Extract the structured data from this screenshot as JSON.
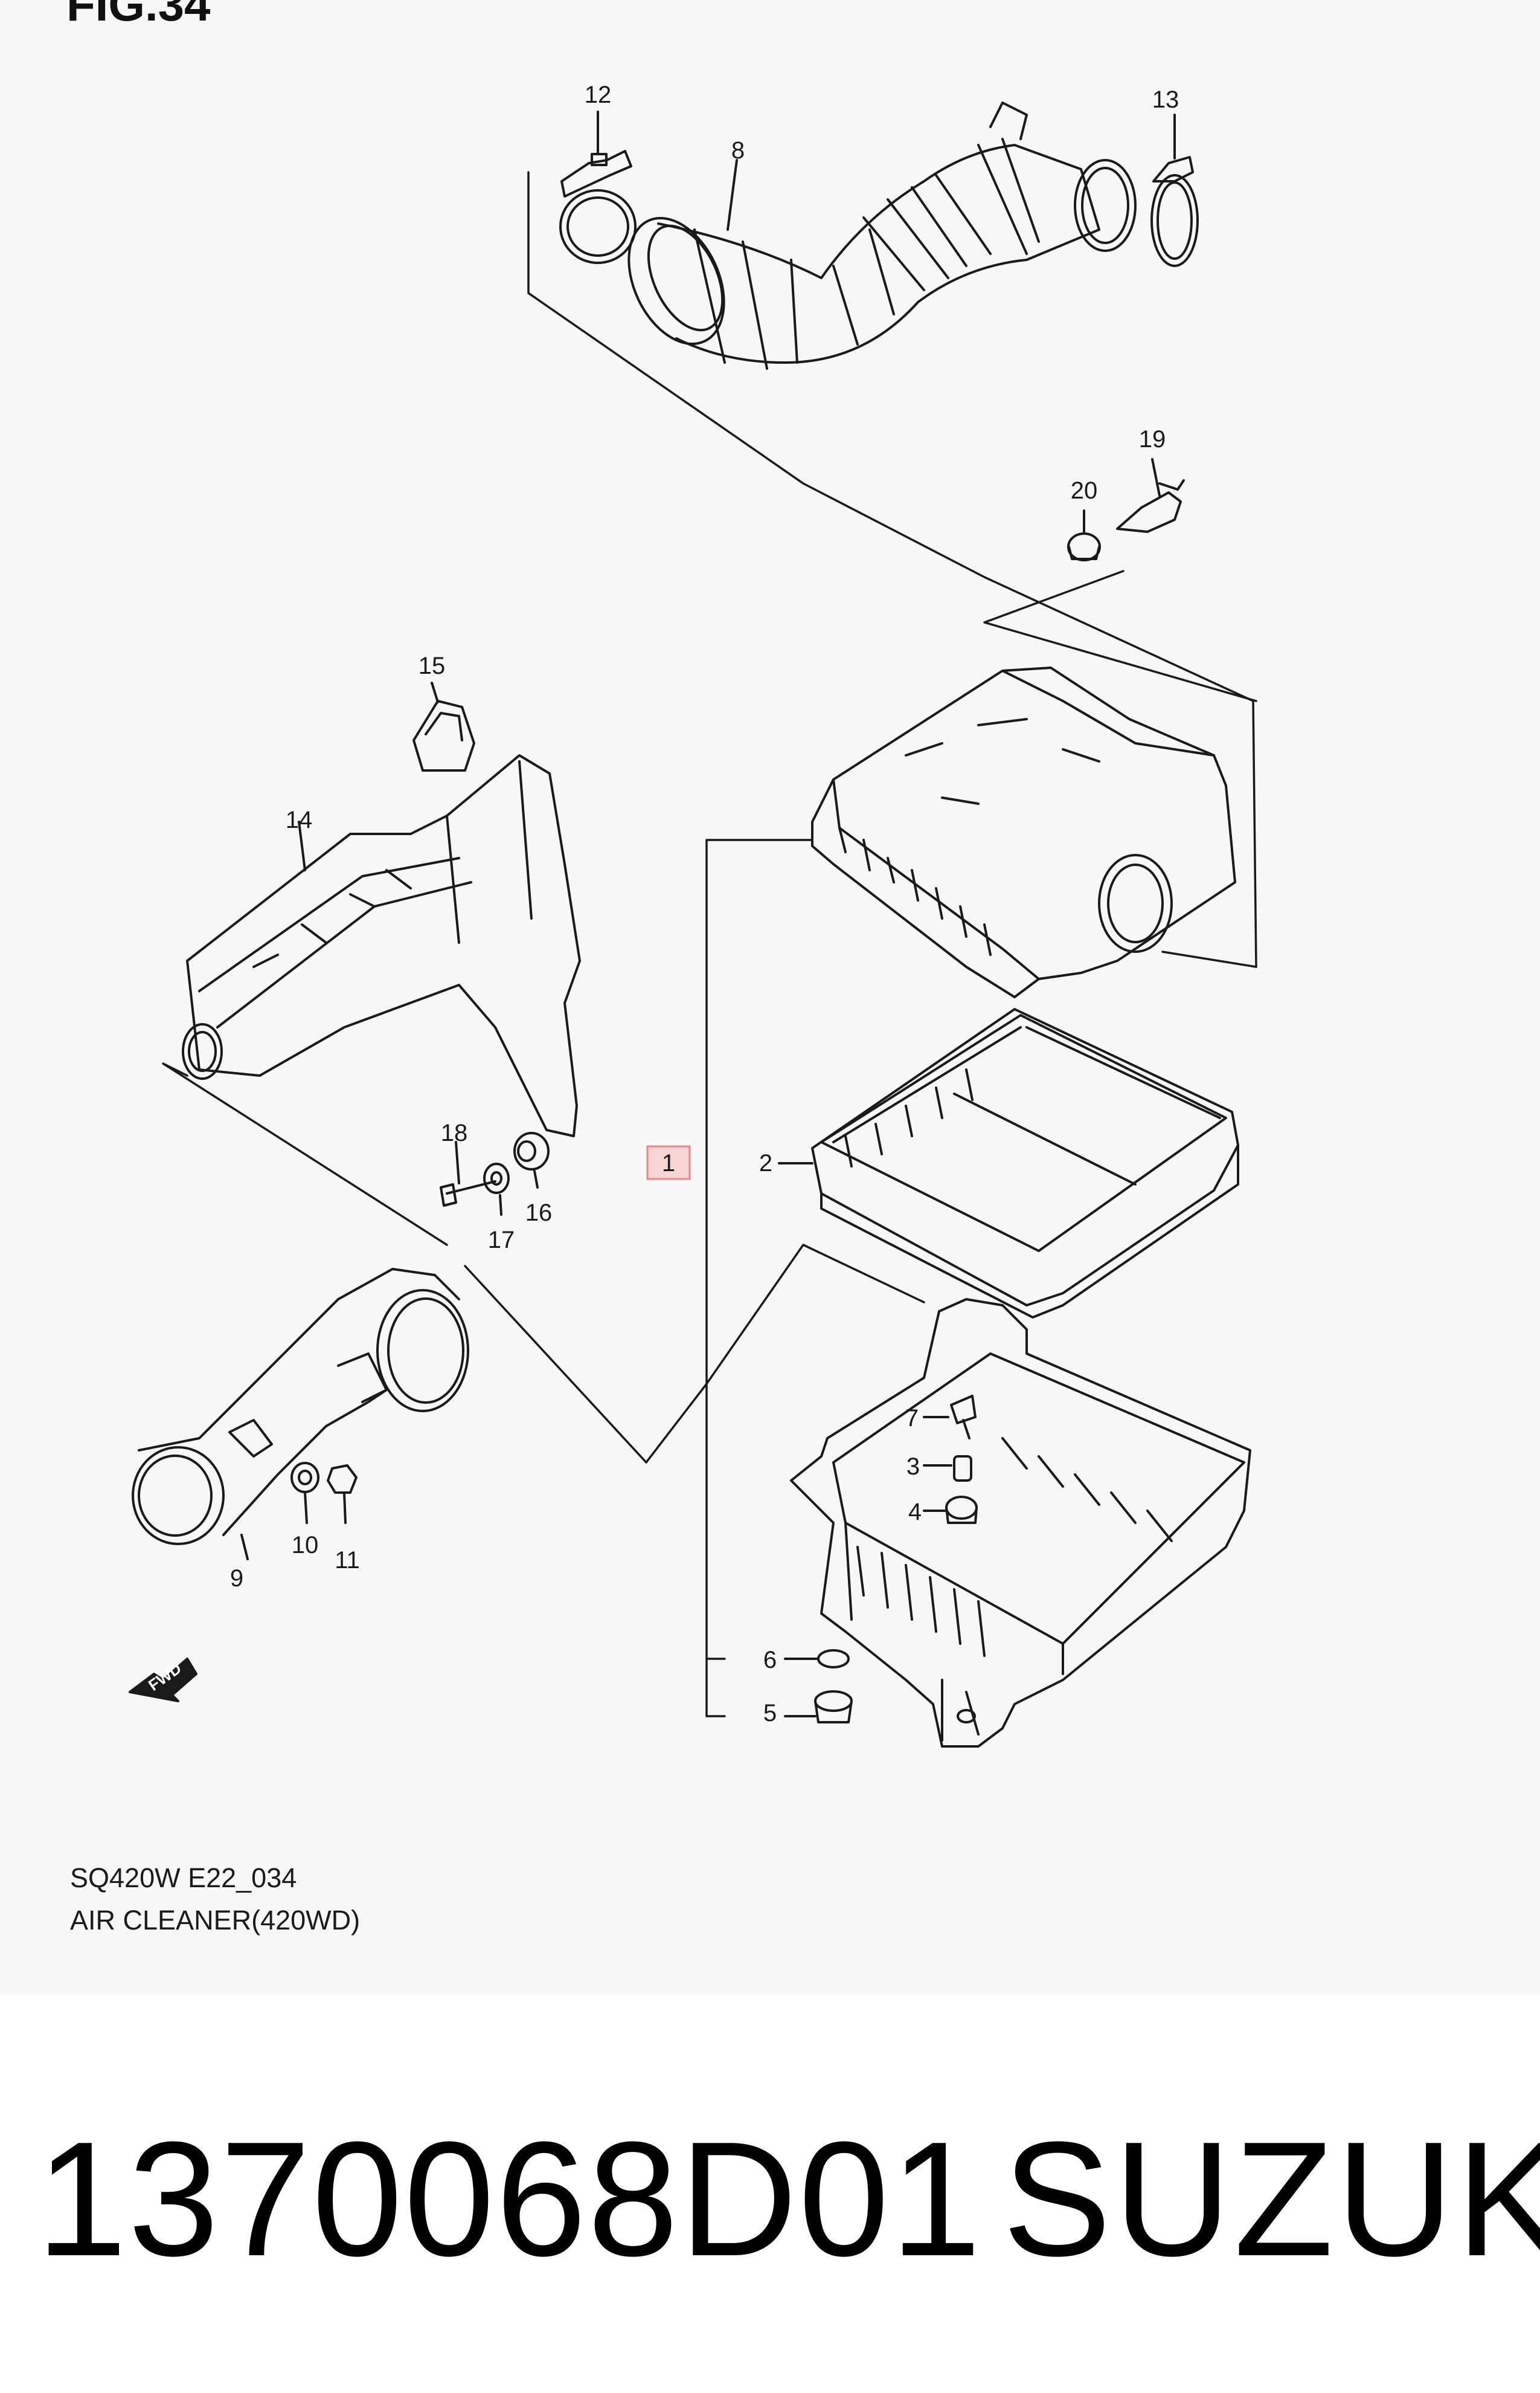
{
  "figure": {
    "heading": "FIG.34"
  },
  "callouts": [
    {
      "id": "12",
      "label": "12"
    },
    {
      "id": "8",
      "label": "8"
    },
    {
      "id": "13",
      "label": "13"
    },
    {
      "id": "19",
      "label": "19"
    },
    {
      "id": "20",
      "label": "20"
    },
    {
      "id": "15",
      "label": "15"
    },
    {
      "id": "14",
      "label": "14"
    },
    {
      "id": "1",
      "label": "1"
    },
    {
      "id": "2",
      "label": "2"
    },
    {
      "id": "18",
      "label": "18"
    },
    {
      "id": "16",
      "label": "16"
    },
    {
      "id": "17",
      "label": "17"
    },
    {
      "id": "7",
      "label": "7"
    },
    {
      "id": "3",
      "label": "3"
    },
    {
      "id": "4",
      "label": "4"
    },
    {
      "id": "10",
      "label": "10"
    },
    {
      "id": "11",
      "label": "11"
    },
    {
      "id": "9",
      "label": "9"
    },
    {
      "id": "6",
      "label": "6"
    },
    {
      "id": "5",
      "label": "5"
    }
  ],
  "fwd_marker": {
    "text": "FWD"
  },
  "caption": {
    "code": "SQ420W E22_034",
    "title": "AIR CLEANER(420WD)"
  },
  "footer": {
    "part_number": "1370068D01",
    "brand": "SUZUKI"
  },
  "colors": {
    "line": "#1a1a1a",
    "highlight_fill": "#f9d4d4",
    "highlight_border": "#e08a8a",
    "sheet": "#f7f7f7"
  }
}
